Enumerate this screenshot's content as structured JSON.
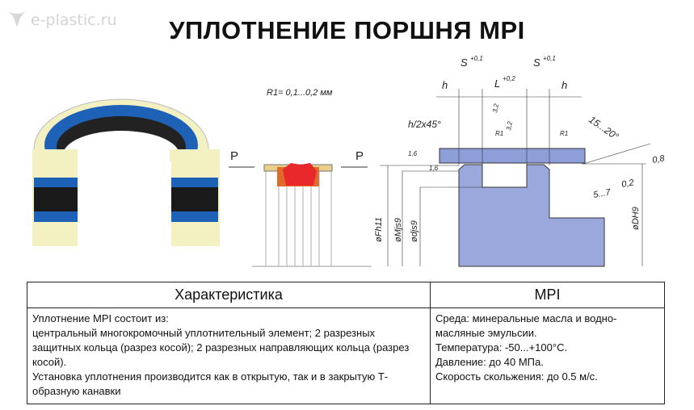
{
  "watermark": "e-plastic.ru",
  "title": "УПЛОТНЕНИЕ ПОРШНЯ MPI",
  "drawing": {
    "radius_note": "R1= 0,1...0,2 мм",
    "pressure_left": "P",
    "pressure_right": "P",
    "labels": {
      "s1": "S",
      "s1_tol": "+0,1",
      "s2": "S",
      "s2_tol": "+0,1",
      "l": "L",
      "l_tol": "+0,2",
      "h1": "h",
      "h2": "h",
      "chamfer": "h/2x45°",
      "r1": "R1",
      "r_1": "R1",
      "rough_a": "3,2",
      "rough_b": "3,2",
      "rough_c": "1,6",
      "rough_d": "1,6",
      "angle": "15...20°",
      "len": "5...7",
      "rough_e": "0,2",
      "rough_f": "0,8",
      "d_fh": "øFh11",
      "d_m": "øMjs9",
      "d_d": "ødjs9",
      "d_dh": "øDH9"
    }
  },
  "table": {
    "headers": [
      "Характеристика",
      "MPI"
    ],
    "left_lines": [
      "Уплотнение MPI состоит из:",
      "центральный многокромочный уплотнительный элемент; 2 разрезных защитных кольца (разрез косой); 2 разрезных направляющих кольца (разрез косой).",
      "Установка уплотнения производится как в открытую, так и в закрытую Т-образную канавки"
    ],
    "right_lines": [
      "Среда: минеральные масла и водно-масляные эмульсии.",
      "Температура:  -50...+100°С.",
      "Давление: до 40 МПа.",
      "Скорость скольжения: до 0.5 м/с."
    ]
  }
}
